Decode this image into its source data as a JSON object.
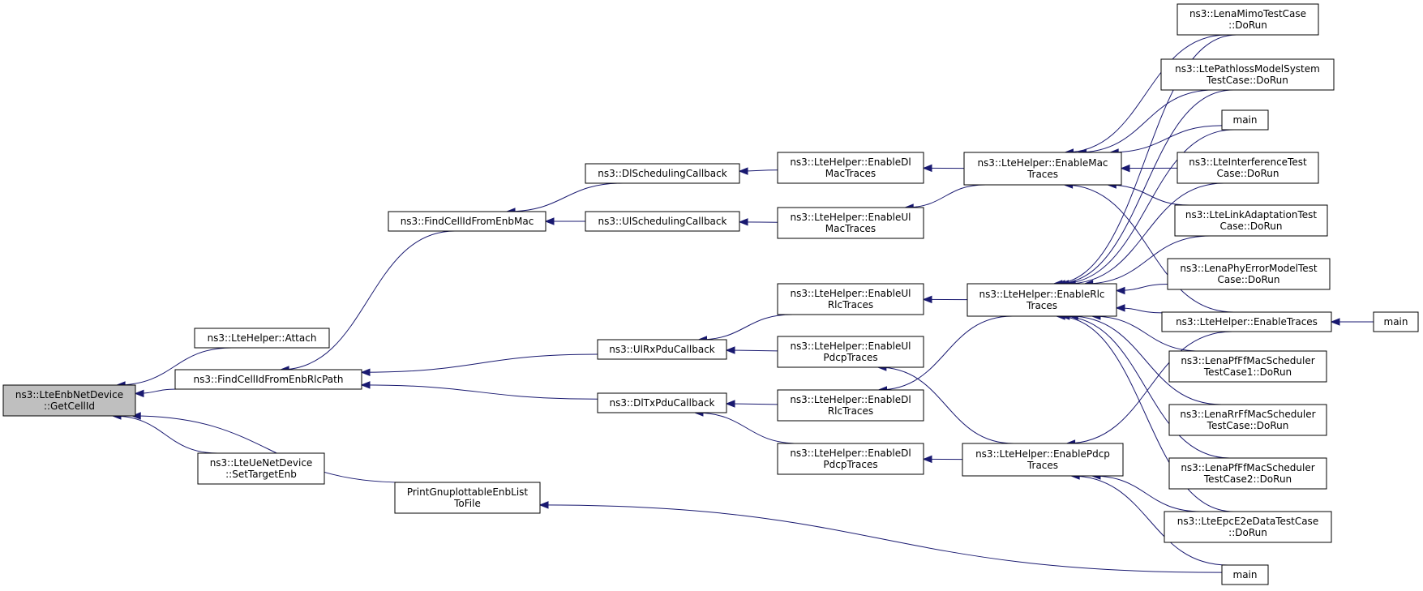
{
  "nodes": {
    "root": [
      "ns3::LteEnbNetDevice",
      "::GetCellId"
    ],
    "attach": [
      "ns3::LteHelper::Attach"
    ],
    "findRlc": [
      "ns3::FindCellIdFromEnbRlcPath"
    ],
    "setTarget": [
      "ns3::LteUeNetDevice",
      "::SetTargetEnb"
    ],
    "findMac": [
      "ns3::FindCellIdFromEnbMac"
    ],
    "printGnu": [
      "PrintGnuplottableEnbList",
      "ToFile"
    ],
    "ulRx": [
      "ns3::UlRxPduCallback"
    ],
    "dlTx": [
      "ns3::DlTxPduCallback"
    ],
    "dlSched": [
      "ns3::DlSchedulingCallback"
    ],
    "ulSched": [
      "ns3::UlSchedulingCallback"
    ],
    "enDlMac": [
      "ns3::LteHelper::EnableDl",
      "MacTraces"
    ],
    "enUlMac": [
      "ns3::LteHelper::EnableUl",
      "MacTraces"
    ],
    "enUlRlc": [
      "ns3::LteHelper::EnableUl",
      "RlcTraces"
    ],
    "enUlPdcp": [
      "ns3::LteHelper::EnableUl",
      "PdcpTraces"
    ],
    "enDlRlc": [
      "ns3::LteHelper::EnableDl",
      "RlcTraces"
    ],
    "enDlPdcp": [
      "ns3::LteHelper::EnableDl",
      "PdcpTraces"
    ],
    "enMac": [
      "ns3::LteHelper::EnableMac",
      "Traces"
    ],
    "enRlc": [
      "ns3::LteHelper::EnableRlc",
      "Traces"
    ],
    "enPdcp": [
      "ns3::LteHelper::EnablePdcp",
      "Traces"
    ],
    "mimo": [
      "ns3::LenaMimoTestCase",
      "::DoRun"
    ],
    "pathloss": [
      "ns3::LtePathlossModelSystem",
      "TestCase::DoRun"
    ],
    "main1": [
      "main"
    ],
    "interf": [
      "ns3::LteInterferenceTest",
      "Case::DoRun"
    ],
    "linkAd": [
      "ns3::LteLinkAdaptationTest",
      "Case::DoRun"
    ],
    "phyErr": [
      "ns3::LenaPhyErrorModelTest",
      "Case::DoRun"
    ],
    "enTraces": [
      "ns3::LteHelper::EnableTraces"
    ],
    "pf1": [
      "ns3::LenaPfFfMacScheduler",
      "TestCase1::DoRun"
    ],
    "rr": [
      "ns3::LenaRrFfMacScheduler",
      "TestCase::DoRun"
    ],
    "pf2": [
      "ns3::LenaPfFfMacScheduler",
      "TestCase2::DoRun"
    ],
    "epc": [
      "ns3::LteEpcE2eDataTestCase",
      "::DoRun"
    ],
    "main2": [
      "main"
    ],
    "main3": [
      "main"
    ]
  },
  "edges": [
    [
      "attach",
      "root"
    ],
    [
      "findRlc",
      "root"
    ],
    [
      "setTarget",
      "root"
    ],
    [
      "printGnu",
      "root"
    ],
    [
      "findMac",
      "findRlc"
    ],
    [
      "ulRx",
      "findRlc"
    ],
    [
      "dlTx",
      "findRlc"
    ],
    [
      "dlSched",
      "findMac"
    ],
    [
      "ulSched",
      "findMac"
    ],
    [
      "enDlMac",
      "dlSched"
    ],
    [
      "enUlMac",
      "ulSched"
    ],
    [
      "enUlRlc",
      "ulRx"
    ],
    [
      "enUlPdcp",
      "ulRx"
    ],
    [
      "enDlRlc",
      "dlTx"
    ],
    [
      "enDlPdcp",
      "dlTx"
    ],
    [
      "enMac",
      "enDlMac"
    ],
    [
      "enMac",
      "enUlMac"
    ],
    [
      "enRlc",
      "enUlRlc"
    ],
    [
      "enRlc",
      "enDlRlc"
    ],
    [
      "enPdcp",
      "enUlPdcp"
    ],
    [
      "enPdcp",
      "enDlPdcp"
    ],
    [
      "mimo",
      "enMac"
    ],
    [
      "pathloss",
      "enMac"
    ],
    [
      "main1",
      "enMac"
    ],
    [
      "interf",
      "enMac"
    ],
    [
      "linkAd",
      "enMac"
    ],
    [
      "enTraces",
      "enMac"
    ],
    [
      "mimo",
      "enRlc"
    ],
    [
      "pathloss",
      "enRlc"
    ],
    [
      "main1",
      "enRlc"
    ],
    [
      "interf",
      "enRlc"
    ],
    [
      "linkAd",
      "enRlc"
    ],
    [
      "phyErr",
      "enRlc"
    ],
    [
      "enTraces",
      "enRlc"
    ],
    [
      "pf1",
      "enRlc"
    ],
    [
      "rr",
      "enRlc"
    ],
    [
      "pf2",
      "enRlc"
    ],
    [
      "epc",
      "enRlc"
    ],
    [
      "enTraces",
      "enPdcp"
    ],
    [
      "epc",
      "enPdcp"
    ],
    [
      "main3",
      "enPdcp"
    ],
    [
      "main3",
      "printGnu"
    ],
    [
      "main2",
      "enTraces"
    ]
  ],
  "colors": {
    "edge": "#191970",
    "root_fill": "#bfbfbf",
    "node_fill": "#ffffff",
    "node_border": "#000000"
  }
}
